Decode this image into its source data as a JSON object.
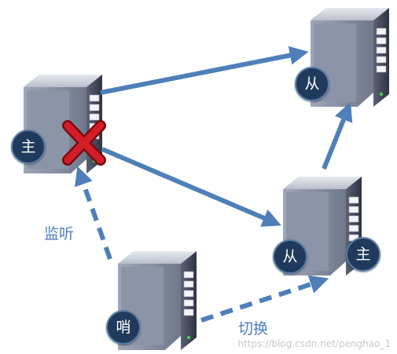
{
  "nodes": {
    "master_node": {
      "badges": [
        "主"
      ],
      "status_icon": "red-x-icon"
    },
    "slave_top": {
      "badges": [
        "从"
      ]
    },
    "slave_right": {
      "badges": [
        "从",
        "主"
      ]
    },
    "sentinel": {
      "badges": [
        "哨"
      ]
    }
  },
  "edges": {
    "monitor_label": "监听",
    "failover_label": "切换"
  },
  "watermark": "https://blog.csdn.net/penghao_1",
  "colors": {
    "arrow": "#4f7fb9",
    "badge_fill": "#1f3a5c",
    "cross": "#c8141e"
  }
}
